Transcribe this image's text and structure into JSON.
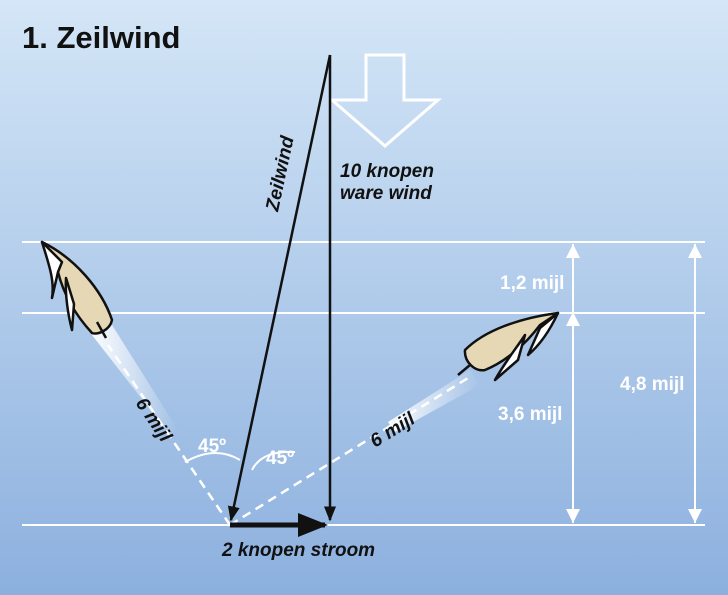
{
  "title": "1. Zeilwind",
  "labels": {
    "sail_wind": "Zeilwind",
    "true_wind_line1": "10 knopen",
    "true_wind_line2": "ware wind",
    "current": "2 knopen stroom",
    "dist_top": "1,2 mijl",
    "dist_bottom": "3,6 mijl",
    "dist_total": "4,8 mijl",
    "leg_left": "6 mijl",
    "leg_right": "6 mijl",
    "angle_left": "45º",
    "angle_right": "45º"
  },
  "colors": {
    "bg_top": "#d4e6f7",
    "bg_bottom": "#8cb0de",
    "hull": "#e6d8b4"
  }
}
